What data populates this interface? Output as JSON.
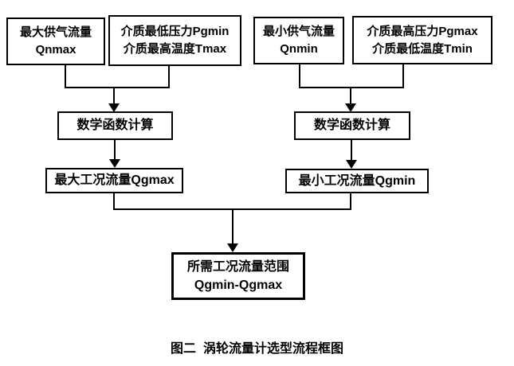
{
  "flowchart": {
    "nodes": {
      "max_supply_flow": {
        "line1": "最大供气流量",
        "line2": "Qnmax"
      },
      "min_pressure_max_temp": {
        "line1": "介质最低压力Pgmin",
        "line2": "介质最高温度Tmax"
      },
      "min_supply_flow": {
        "line1": "最小供气流量",
        "line2": "Qnmin"
      },
      "max_pressure_min_temp": {
        "line1": "介质最高压力Pgmax",
        "line2": "介质最低温度Tmin"
      },
      "math_calc_left": {
        "label": "数学函数计算"
      },
      "math_calc_right": {
        "label": "数学函数计算"
      },
      "max_working_flow": {
        "label": "最大工况流量Qgmax"
      },
      "min_working_flow": {
        "label": "最小工况流量Qgmin"
      },
      "required_flow_range": {
        "line1": "所需工况流量范围",
        "line2": "Qgmin-Qgmax"
      }
    },
    "caption": "图二  涡轮流量计选型流程框图",
    "colors": {
      "line": "#000000",
      "text": "#000000",
      "background": "#ffffff"
    }
  }
}
